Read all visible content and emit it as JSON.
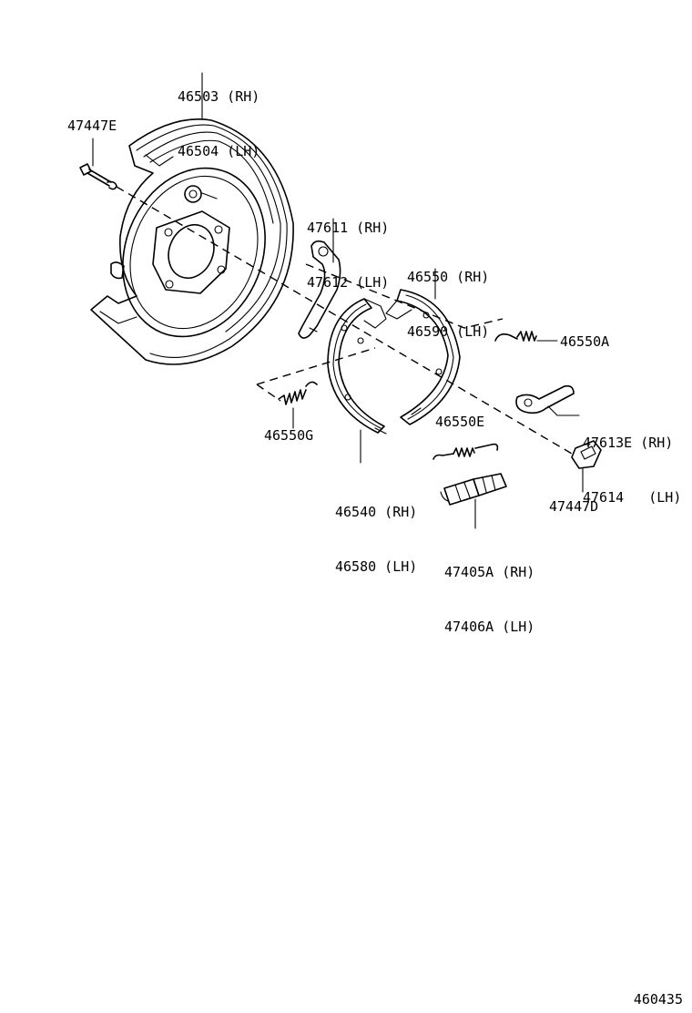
{
  "labels": {
    "backing_plate": {
      "l1": "46503 (RH)",
      "l2": "46504 (LH)"
    },
    "bolt_47447e": "47447E",
    "strut_lever": {
      "l1": "47611 (RH)",
      "l2": "47612 (LH)"
    },
    "shoe_front": {
      "l1": "46550 (RH)",
      "l2": "46590 (LH)"
    },
    "spring_46550a": "46550A",
    "lever_47613e": {
      "l1": "47613E (RH)",
      "l2": "47614   (LH)"
    },
    "spring_46550g": "46550G",
    "spring_46550e": "46550E",
    "shoe_rear": {
      "l1": "46540 (RH)",
      "l2": "46580 (LH)"
    },
    "clip_47447d": "47447D",
    "adjuster": {
      "l1": "47405A (RH)",
      "l2": "47406A (LH)"
    }
  },
  "diagram_id": "460435"
}
